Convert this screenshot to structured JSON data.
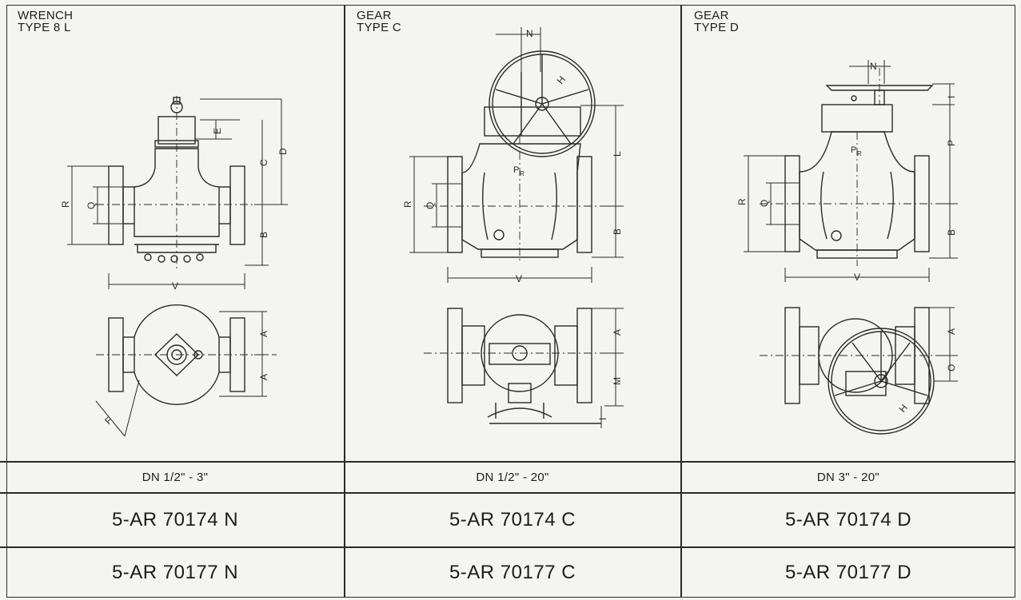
{
  "columns": [
    {
      "title_line1": "WRENCH",
      "title_line2": "TYPE 8 L",
      "dn_range": "DN 1/2\" - 3\"",
      "code_row1": "5-AR 70174 N",
      "code_row2": "5-AR 70177 N",
      "labels": {
        "R": "R",
        "Q": "Q",
        "B": "B",
        "C": "C",
        "D": "D",
        "E": "E",
        "V": "V",
        "A1": "A",
        "A2": "A",
        "F": "F"
      }
    },
    {
      "title_line1": "GEAR",
      "title_line2": "TYPE C",
      "dn_range": "DN 1/2\" - 20\"",
      "code_row1": "5-AR 70174 C",
      "code_row2": "5-AR 70177 C",
      "labels": {
        "N": "N",
        "H": "H",
        "L": "L",
        "PR": "P",
        "PRsub": "R",
        "R": "R",
        "Q": "Q",
        "B": "B",
        "V": "V",
        "A": "A",
        "M": "M",
        "I": "I"
      }
    },
    {
      "title_line1": "GEAR",
      "title_line2": "TYPE D",
      "dn_range": "DN 3\" - 20\"",
      "code_row1": "5-AR 70174 D",
      "code_row2": "5-AR 70177 D",
      "labels": {
        "N": "N",
        "I": "I",
        "P": "P",
        "PR": "P",
        "PRsub": "R",
        "R": "R",
        "Q": "Q",
        "B": "B",
        "V": "V",
        "A": "A",
        "O": "O",
        "H": "H"
      }
    }
  ]
}
